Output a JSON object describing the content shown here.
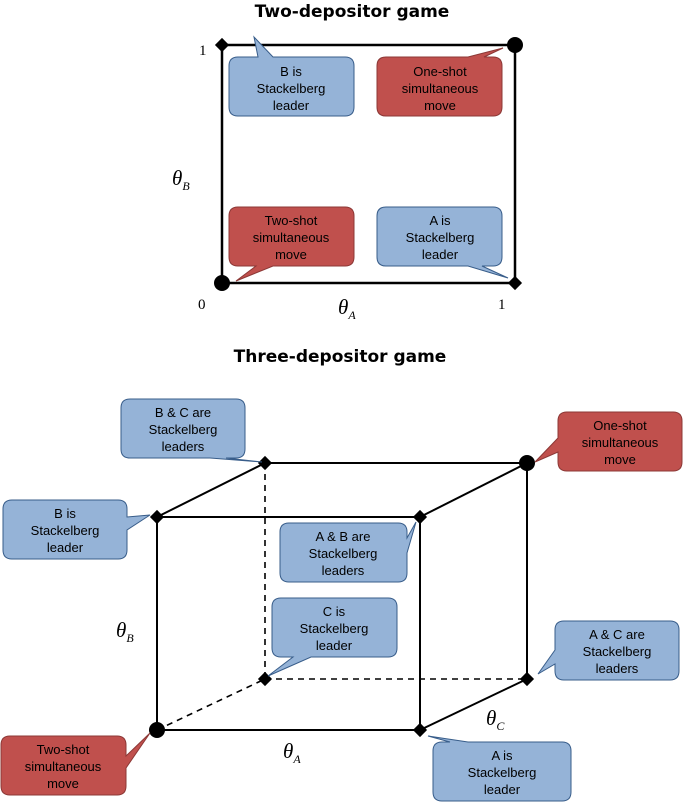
{
  "two_game": {
    "title": "Two-depositor game",
    "axis_x": {
      "symbol": "θ",
      "sub": "A"
    },
    "axis_y": {
      "symbol": "θ",
      "sub": "B"
    },
    "tick_origin": "0",
    "tick_x_end": "1",
    "tick_y_end": "1",
    "callouts": [
      {
        "lines": [
          "B is",
          "Stackelberg",
          "leader"
        ],
        "color": "#95b3d7"
      },
      {
        "lines": [
          "One-shot",
          "simultaneous",
          "move"
        ],
        "color": "#c0504d"
      },
      {
        "lines": [
          "Two-shot",
          "simultaneous",
          "move"
        ],
        "color": "#c0504d"
      },
      {
        "lines": [
          "A is",
          "Stackelberg",
          "leader"
        ],
        "color": "#95b3d7"
      }
    ]
  },
  "three_game": {
    "title": "Three-depositor game",
    "axis_a": {
      "symbol": "θ",
      "sub": "A"
    },
    "axis_b": {
      "symbol": "θ",
      "sub": "B"
    },
    "axis_c": {
      "symbol": "θ",
      "sub": "C"
    },
    "callouts": [
      {
        "lines": [
          "B & C are",
          "Stackelberg",
          "leaders"
        ],
        "color": "#95b3d7"
      },
      {
        "lines": [
          "One-shot",
          "simultaneous",
          "move"
        ],
        "color": "#c0504d"
      },
      {
        "lines": [
          "B is",
          "Stackelberg",
          "leader"
        ],
        "color": "#95b3d7"
      },
      {
        "lines": [
          "A & B are",
          "Stackelberg",
          "leaders"
        ],
        "color": "#95b3d7"
      },
      {
        "lines": [
          "C is",
          "Stackelberg",
          "leader"
        ],
        "color": "#95b3d7"
      },
      {
        "lines": [
          "A & C are",
          "Stackelberg",
          "leaders"
        ],
        "color": "#95b3d7"
      },
      {
        "lines": [
          "Two-shot",
          "simultaneous",
          "move"
        ],
        "color": "#c0504d"
      },
      {
        "lines": [
          "A is",
          "Stackelberg",
          "leader"
        ],
        "color": "#95b3d7"
      }
    ]
  },
  "colors": {
    "blue": "#95b3d7",
    "red": "#c0504d",
    "outline": "#385d8a"
  }
}
